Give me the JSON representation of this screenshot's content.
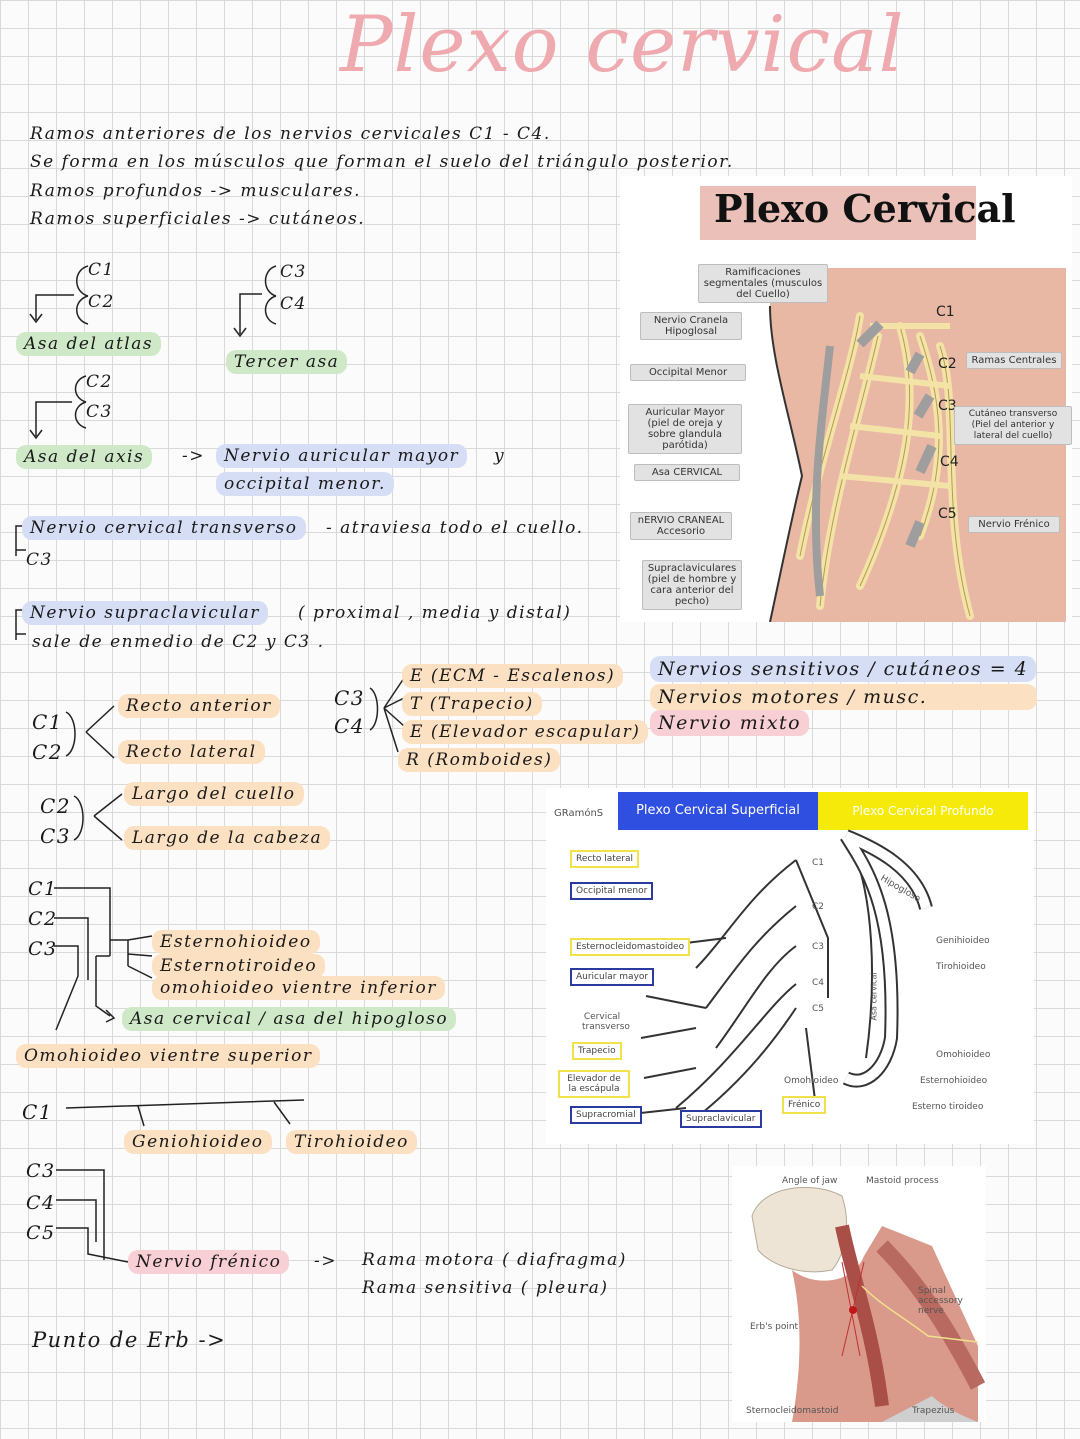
{
  "title": "Plexo cervical",
  "intro": [
    "Ramos anteriores de los nervios cervicales C1 - C4.",
    "Se forma en los músculos que forman el suelo del triángulo posterior.",
    "Ramos profundos -> musculares.",
    "Ramos superficiales -> cutáneos."
  ],
  "asa_atlas": {
    "top": "C1",
    "bottom": "C2",
    "label": "Asa del atlas"
  },
  "tercer_asa": {
    "top": "C3",
    "bottom": "C4",
    "label": "Tercer asa"
  },
  "asa_axis": {
    "top": "C2",
    "bottom": "C3",
    "label": "Asa del axis",
    "arrow": "->",
    "nerve1": "Nervio auricular mayor",
    "y": "y",
    "nerve2": "occipital menor."
  },
  "transverso": {
    "label": "Nervio cervical transverso",
    "desc": "- atraviesa todo el cuello.",
    "sub": "C3"
  },
  "supraclavicular": {
    "label": "Nervio supraclavicular",
    "desc": "( proximal , media y distal)",
    "sub": "sale de enmedio de C2 y C3 ."
  },
  "recto": {
    "c1": "C1",
    "c2": "C2",
    "a": "Recto anterior",
    "b": "Recto lateral"
  },
  "c3c4_muscles": {
    "c3": "C3",
    "c4": "C4",
    "items": [
      "E (ECM - Escalenos)",
      "T (Trapecio)",
      "E (Elevador escapular)",
      "R (Romboides)"
    ]
  },
  "legend": {
    "sensitive": "Nervios sensitivos / cutáneos = 4",
    "motor": "Nervios motores / musc.",
    "mixed": "Nervio mixto"
  },
  "largo": {
    "c2": "C2",
    "c3": "C3",
    "a": "Largo del cuello",
    "b": "Largo de la cabeza"
  },
  "hioideos": {
    "c1": "C1",
    "c2": "C2",
    "c3": "C3",
    "items": [
      "Esternohioideo",
      "Esternotiroideo",
      "omohioideo vientre inferior"
    ],
    "asa": "Asa cervical / asa del hipogloso",
    "omo_sup": "Omohioideo vientre superior"
  },
  "c1_branch": {
    "c1": "C1",
    "a": "Geniohioideo",
    "b": "Tirohioideo"
  },
  "frenico": {
    "c3": "C3",
    "c4": "C4",
    "c5": "C5",
    "label": "Nervio frénico",
    "arrow": "->",
    "motor": "Rama motora ( diafragma)",
    "sens": "Rama sensitiva ( pleura)"
  },
  "erb": "Punto de Erb ->",
  "figure1": {
    "banner": "Plexo Cervical",
    "tags": [
      "Ramificaciones segmentales (musculos del Cuello)",
      "Nervio Cranela Hipoglosal",
      "Occipital Menor",
      "Auricular Mayor (piel de oreja y sobre glandula parótida)",
      "Asa CERVICAL",
      "nERVIO CRANEAL Accesorio",
      "Supraclaviculares (piel de hombre y cara anterior del pecho)",
      "Ramas Centrales",
      "Cutáneo transverso (Piel del anterior y lateral del cuello)",
      "Nervio Frénico"
    ],
    "levels": [
      "C1",
      "C2",
      "C3",
      "C4",
      "C5"
    ]
  },
  "figure2": {
    "brand": "GRamónS",
    "tab_sup": "Plexo Cervical Superficial",
    "tab_prof": "Plexo Cervical Profundo",
    "left_labels": [
      "Recto lateral",
      "Occipital menor",
      "Esternocleidomastoideo",
      "Auricular mayor",
      "Cervical transverso",
      "Trapecio",
      "Elevador de la escápula",
      "Supracromial",
      "Supraclavicular",
      "Frénico"
    ],
    "levels": [
      "C1",
      "C2",
      "C3",
      "C4",
      "C5"
    ],
    "right_labels": [
      "Hipogloso",
      "Genihioideo",
      "Tirohioideo",
      "Omohioideo",
      "Esternohioideo",
      "Esterno tiroideo",
      "Omohioideo"
    ],
    "vertical": "Asa cervical"
  },
  "figure3": {
    "labels": [
      "Angle of jaw",
      "Mastoid process",
      "Spinal accessory nerve",
      "Erb's point",
      "Sternocleidomastoid",
      "Trapezius"
    ]
  },
  "colors": {
    "title": "#efaab0",
    "green": "#cfe9c8",
    "blue": "#d6def6",
    "orange": "#fbe0c2",
    "pink": "#f7cfd4",
    "skin": "#e8b8a4",
    "nerve": "#f4e3a6",
    "tab_blue": "#2f4fe0",
    "tab_yellow": "#f5ea0a"
  }
}
